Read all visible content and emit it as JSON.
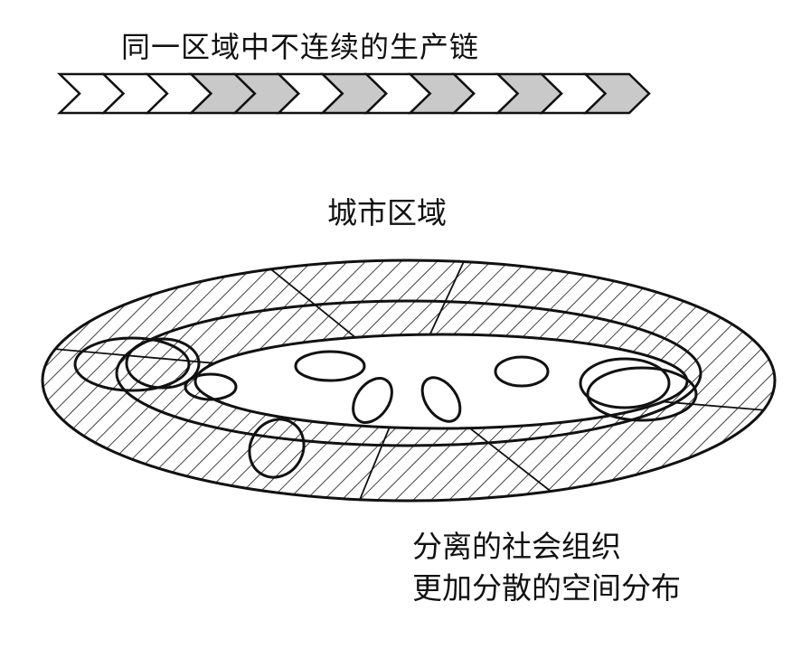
{
  "labels": {
    "chain_title": "同一区域中不连续的生产链",
    "region_title": "城市区域",
    "note_line_1": "分离的社会组织",
    "note_line_2": "更加分散的空间分布"
  },
  "colors": {
    "line": "#111111",
    "chevron_shaded": "#c9c9c9",
    "chevron_plain": "#ffffff",
    "background": "#ffffff"
  },
  "chain": {
    "segment_count": 13,
    "shaded": [
      false,
      false,
      false,
      true,
      true,
      false,
      true,
      false,
      true,
      false,
      true,
      false,
      true
    ]
  }
}
